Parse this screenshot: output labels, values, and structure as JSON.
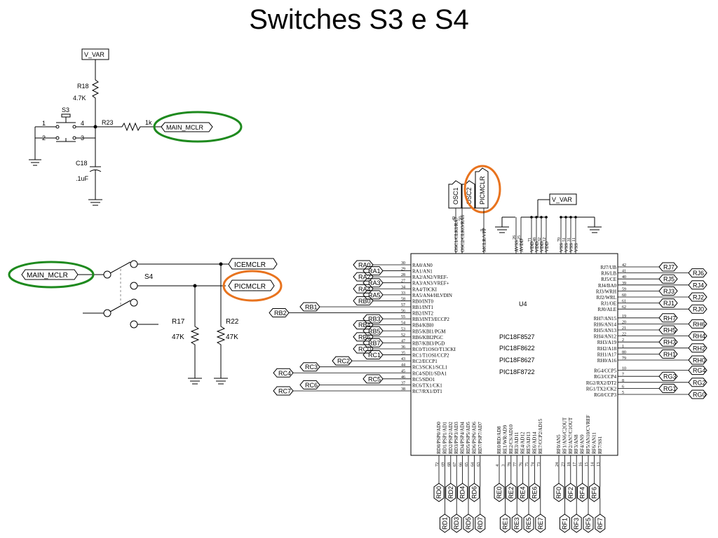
{
  "title": "Switches S3 e S4",
  "mclr_circuit": {
    "vvar_label": "V_VAR",
    "r18_name": "R18",
    "r18_value": "4.7K",
    "s3_name": "S3",
    "s3_pins": [
      "1",
      "2",
      "4",
      "3"
    ],
    "r23_name": "R23",
    "r23_value": "1k",
    "net_label": "MAIN_MCLR",
    "c18_name": "C18",
    "c18_value": ".1uF"
  },
  "s4_circuit": {
    "net_in": "MAIN_MCLR",
    "s4_name": "S4",
    "out1": "ICEMCLR",
    "out2": "PICMCLR",
    "r17_name": "R17",
    "r17_value": "47K",
    "r22_name": "R22",
    "r22_value": "47K"
  },
  "mcu": {
    "ref": "U4",
    "parts": [
      "PIC18F8527",
      "PIC18F8622",
      "PIC18F8627",
      "PIC18F8722"
    ],
    "vvar_label": "V_VAR",
    "top_nets": [
      "OSC1",
      "OSC2",
      "PICMCLR"
    ],
    "top_pins": [
      {
        "num": "49",
        "name": "OSC1/CLKI/RA7"
      },
      {
        "num": "50",
        "name": "OSC2/CLKO/RA6"
      },
      {
        "num": "9",
        "name": "MCLR/VPP"
      },
      {
        "num": "26",
        "name": "AVSS"
      },
      {
        "num": "25",
        "name": "AVDD"
      },
      {
        "num": "71",
        "name": "VDD"
      },
      {
        "num": "48",
        "name": "VDD"
      },
      {
        "num": "32",
        "name": "VDD"
      },
      {
        "num": "12",
        "name": "VDD"
      },
      {
        "num": "70",
        "name": "VSS"
      },
      {
        "num": "51",
        "name": "VSS"
      },
      {
        "num": "31",
        "name": "VSS"
      },
      {
        "num": "11",
        "name": "VSS"
      }
    ],
    "left_pins": [
      {
        "num": "30",
        "name": "RA0/AN0",
        "net": "RA0"
      },
      {
        "num": "29",
        "name": "RA1/AN1",
        "net": "RA1"
      },
      {
        "num": "28",
        "name": "RA2/AN2/VREF-",
        "net": "RA2"
      },
      {
        "num": "27",
        "name": "RA3/AN3/VREF+",
        "net": "RA3"
      },
      {
        "num": "34",
        "name": "RA4/T0CKI",
        "net": "RA4"
      },
      {
        "num": "33",
        "name": "RA5/AN4/HLVDIN",
        "net": "RA5"
      },
      {
        "num": "58",
        "name": "RB0/INT0",
        "net": "RB0"
      },
      {
        "num": "57",
        "name": "RB1/INT1",
        "net": "RB1"
      },
      {
        "num": "56",
        "name": "RB2/INT2",
        "net": "RB2"
      },
      {
        "num": "55",
        "name": "RB3/INT3/ECCP2",
        "net": "RB3"
      },
      {
        "num": "54",
        "name": "RB4/KBI0",
        "net": "RB4"
      },
      {
        "num": "53",
        "name": "RB5/KBI1/PGM",
        "net": "RB5"
      },
      {
        "num": "52",
        "name": "RB6/KBI2PGC",
        "net": "RB6"
      },
      {
        "num": "47",
        "name": "RB7/KBI3/PGD",
        "net": "RB7"
      },
      {
        "num": "36",
        "name": "RC0/T1OSO/T13CKI",
        "net": "RC0"
      },
      {
        "num": "35",
        "name": "RC1/T1OSI/CCP2",
        "net": "RC1"
      },
      {
        "num": "43",
        "name": "RC2/ECCP1",
        "net": "RC2"
      },
      {
        "num": "44",
        "name": "RC3/SCK1/SCL1",
        "net": "RC3"
      },
      {
        "num": "45",
        "name": "RC4/SDI1/SDA1",
        "net": "RC4"
      },
      {
        "num": "46",
        "name": "RC5/SDO1",
        "net": "RC5"
      },
      {
        "num": "37",
        "name": "RC6/TX1/CK1",
        "net": "RC6"
      },
      {
        "num": "38",
        "name": "RC7/RX1/DT1",
        "net": "RC7"
      }
    ],
    "right_pins": [
      {
        "num": "42",
        "name": "RJ7/UB",
        "net": "RJ7"
      },
      {
        "num": "41",
        "name": "RJ6/LB",
        "net": "RJ6"
      },
      {
        "num": "40",
        "name": "RJ5/CE",
        "net": "RJ5"
      },
      {
        "num": "39",
        "name": "RJ4/BA0",
        "net": "RJ4"
      },
      {
        "num": "59",
        "name": "RJ3/WRH",
        "net": "RJ3"
      },
      {
        "num": "60",
        "name": "RJ2/WRL",
        "net": "RJ2"
      },
      {
        "num": "61",
        "name": "RJ1/OE",
        "net": "RJ1"
      },
      {
        "num": "62",
        "name": "RJ0/ALE",
        "net": "RJ0"
      },
      {
        "num": "19",
        "name": "RH7/AN15",
        "net": "RH7"
      },
      {
        "num": "20",
        "name": "RH6/AN14",
        "net": "RH6"
      },
      {
        "num": "21",
        "name": "RH5/AN13",
        "net": "RH5"
      },
      {
        "num": "22",
        "name": "RH4/AN12",
        "net": "RH4"
      },
      {
        "num": "2",
        "name": "RH3/A19",
        "net": "RH3"
      },
      {
        "num": "1",
        "name": "RH2/A18",
        "net": "RH2"
      },
      {
        "num": "80",
        "name": "RH1/A17",
        "net": "RH1"
      },
      {
        "num": "79",
        "name": "RH0/A16",
        "net": "RH0"
      },
      {
        "num": "10",
        "name": "RG4/CCP5",
        "net": "RG4"
      },
      {
        "num": "7",
        "name": "RG3/CCP4",
        "net": "RG3"
      },
      {
        "num": "8",
        "name": "RG2/RX2/DT2",
        "net": "RG2"
      },
      {
        "num": "6",
        "name": "RG1/TX2/CK2",
        "net": "RG1"
      },
      {
        "num": "5",
        "name": "RG0/CCP3",
        "net": "RG0"
      }
    ],
    "bottom_pins": [
      {
        "num": "72",
        "name": "RD0/PSP0/AD0",
        "net": "RD0"
      },
      {
        "num": "69",
        "name": "RD1/PSP1/AD1",
        "net": "RD1"
      },
      {
        "num": "68",
        "name": "RD2/PSP2/AD2",
        "net": "RD2"
      },
      {
        "num": "67",
        "name": "RD3/PSP3/AD3",
        "net": "RD3"
      },
      {
        "num": "66",
        "name": "RD4/PSP4/AD4",
        "net": "RD4"
      },
      {
        "num": "65",
        "name": "RD5/PSP5/AD5",
        "net": "RD5"
      },
      {
        "num": "64",
        "name": "RD6/PSP6/AD6",
        "net": "RD6"
      },
      {
        "num": "63",
        "name": "RD7/PSP7/AD7",
        "net": "RD7"
      },
      {
        "num": "4",
        "name": "RE0/RD/AD8",
        "net": "RE0"
      },
      {
        "num": "3",
        "name": "RE1/WR/AD9",
        "net": "RE1"
      },
      {
        "num": "78",
        "name": "RE2/CS/AD10",
        "net": "RE2"
      },
      {
        "num": "77",
        "name": "RE3/AD11",
        "net": "RE3"
      },
      {
        "num": "76",
        "name": "RE4/AD12",
        "net": "RE4"
      },
      {
        "num": "75",
        "name": "RE5/AD13",
        "net": "RE5"
      },
      {
        "num": "74",
        "name": "RE6/AD14",
        "net": "RE6"
      },
      {
        "num": "73",
        "name": "RE7/CCP2/AD15",
        "net": "RE7"
      },
      {
        "num": "24",
        "name": "RF0/AN5",
        "net": "RF0"
      },
      {
        "num": "23",
        "name": "RF1/AN6/C2OUT",
        "net": "RF1"
      },
      {
        "num": "18",
        "name": "RF2/AN7/C1OUT",
        "net": "RF2"
      },
      {
        "num": "17",
        "name": "RF3/AN8",
        "net": "RF3"
      },
      {
        "num": "16",
        "name": "RF4/AN9",
        "net": "RF4"
      },
      {
        "num": "15",
        "name": "RF5/AN10/CVREF",
        "net": "RF5"
      },
      {
        "num": "14",
        "name": "RF6/AN11",
        "net": "RF6"
      },
      {
        "num": "13",
        "name": "RF7/SS1",
        "net": "RF7"
      }
    ]
  },
  "highlight_colors": {
    "green": "#1e8a1e",
    "orange": "#e8731e"
  }
}
